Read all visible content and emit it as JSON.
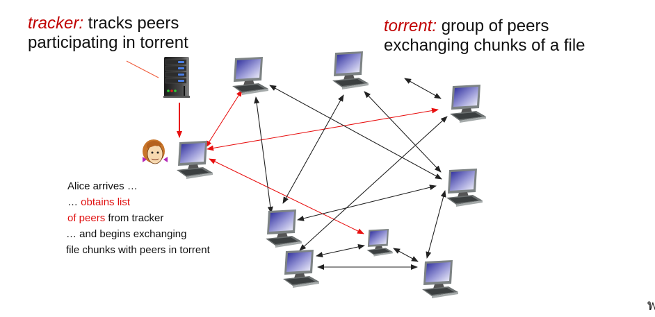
{
  "tracker_caption": {
    "keyword": "tracker:",
    "line1_rest": " tracks peers",
    "line2": "participating in torrent"
  },
  "torrent_caption": {
    "keyword": "torrent:",
    "line1_rest": " group of peers",
    "line2": "exchanging  chunks of a file"
  },
  "alice_caption": {
    "line1": "Alice arrives  …",
    "line2_prefix": "… ",
    "line2_red": "obtains list",
    "line3_red": "of peers",
    "line3_rest": " from tracker",
    "line4": "… and begins exchanging",
    "line5": "file chunks with peers in torrent"
  },
  "colors": {
    "keyword": "#c00000",
    "highlight": "#e01010",
    "arrow_black": "#222222",
    "arrow_red": "#e81010",
    "screen": "#3a3aa8"
  },
  "icons": [
    "tracker-server-icon",
    "alice-avatar-icon",
    "peer-computer-icon"
  ],
  "peers": [
    "alice",
    "p1",
    "p2",
    "p3",
    "p4",
    "p5",
    "p6",
    "p7",
    "p8"
  ],
  "connections": [
    {
      "from": "tracker",
      "to": "alice",
      "color": "red",
      "bidir": false
    },
    {
      "from": "alice",
      "to": "p1",
      "color": "red",
      "bidir": true
    },
    {
      "from": "alice",
      "to": "p3",
      "color": "red",
      "bidir": true
    },
    {
      "from": "alice",
      "to": "p7",
      "color": "red",
      "bidir": true
    },
    {
      "from": "p1",
      "to": "p5",
      "color": "black",
      "bidir": true
    },
    {
      "from": "p1",
      "to": "p4",
      "color": "black",
      "bidir": true
    },
    {
      "from": "p2",
      "to": "p3",
      "color": "black",
      "bidir": true
    },
    {
      "from": "p2",
      "to": "p5",
      "color": "black",
      "bidir": true
    },
    {
      "from": "p2",
      "to": "p4",
      "color": "black",
      "bidir": true
    },
    {
      "from": "p3",
      "to": "p6",
      "color": "black",
      "bidir": true
    },
    {
      "from": "p5",
      "to": "p4",
      "color": "black",
      "bidir": true
    },
    {
      "from": "p4",
      "to": "p8",
      "color": "black",
      "bidir": true
    },
    {
      "from": "p6",
      "to": "p7",
      "color": "black",
      "bidir": true
    },
    {
      "from": "p6",
      "to": "p8",
      "color": "black",
      "bidir": true
    },
    {
      "from": "p7",
      "to": "p8",
      "color": "black",
      "bidir": true
    }
  ],
  "corner_glyph": "ฟ"
}
